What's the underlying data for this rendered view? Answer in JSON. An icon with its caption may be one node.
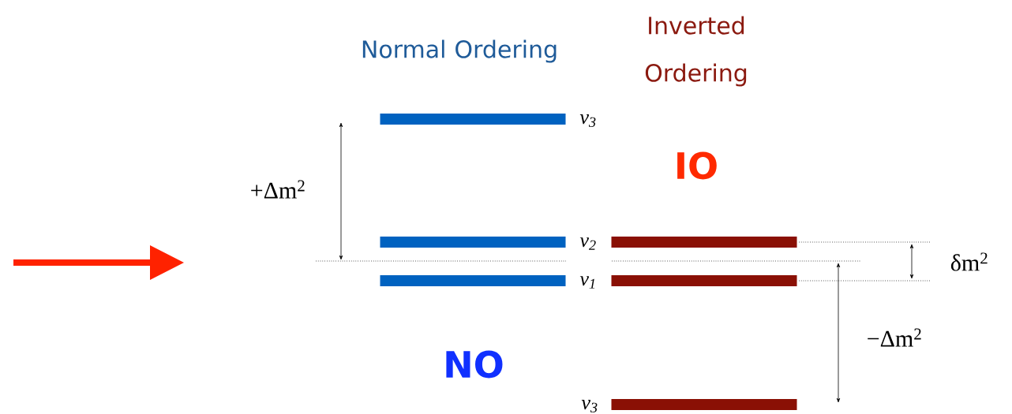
{
  "diagram": {
    "nodes": [
      {
        "text": [],
        "shape": "bar",
        "beside": [
          "ν$_{3}$"
        ]
      },
      {
        "text": [],
        "shape": "bar",
        "beside": [
          "ν$_{2}$"
        ]
      },
      {
        "text": [],
        "shape": "bar",
        "beside": [
          "ν$_{1}$"
        ]
      },
      {
        "text": [],
        "shape": "bar"
      },
      {
        "text": [],
        "shape": "bar"
      },
      {
        "text": [],
        "shape": "bar",
        "beside": [
          "ν$_{3}$"
        ]
      }
    ],
    "labels": [
      "Normal Ordering",
      "Inverted Ordering",
      "IO",
      "+Δm$^{2}$",
      "δm$^{2}$",
      "−Δm$^{2}$",
      "NO"
    ]
  }
}
